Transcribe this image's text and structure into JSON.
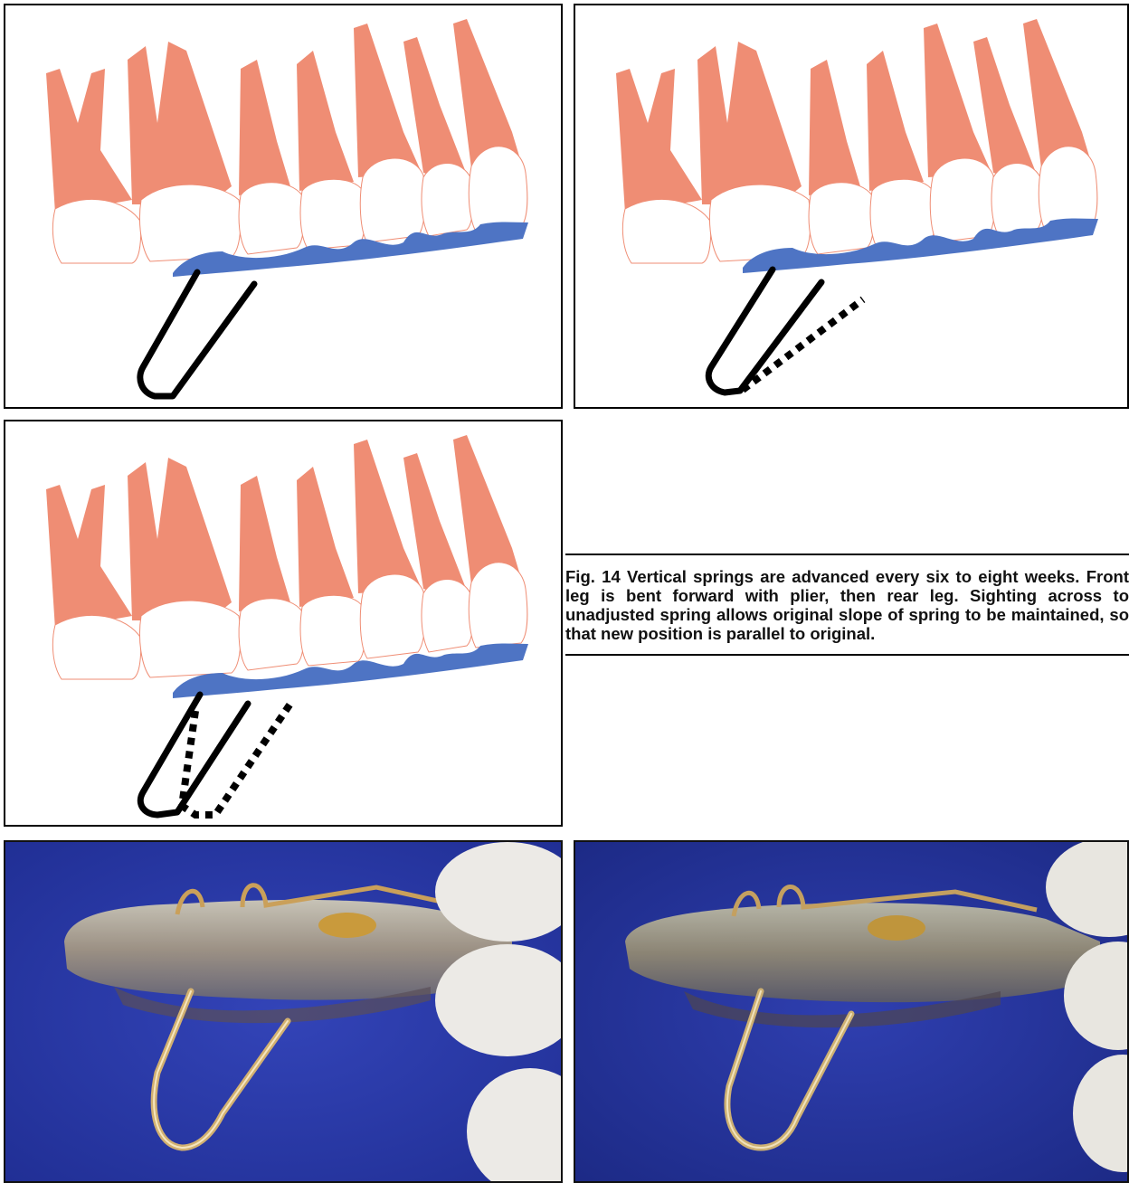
{
  "caption": {
    "label": "Fig. 14",
    "text": "Vertical springs are advanced every six to eight weeks. Front leg is bent forward with plier, then rear leg. Sighting across to unadjusted spring allows original slope of spring to be maintained, so that new position is parallel to original."
  },
  "colors": {
    "root": "#ef8d74",
    "crown": "#ffffff",
    "gum": "#4e74c4",
    "wire": "#000000",
    "photo_bg": "#2a3aa8",
    "wire_gold": "#c9a25a"
  },
  "panels": [
    {
      "name": "diagram-original-spring",
      "kind": "drawing",
      "dotted_leg": false,
      "dotted_loop": false
    },
    {
      "name": "diagram-front-leg-bent",
      "kind": "drawing",
      "dotted_leg": true,
      "dotted_loop": false
    },
    {
      "name": "diagram-rear-leg-bent",
      "kind": "drawing",
      "dotted_leg": true,
      "dotted_loop": true
    },
    {
      "name": "photo-spring-before",
      "kind": "photo",
      "icon": "appliance-photo"
    },
    {
      "name": "photo-spring-after",
      "kind": "photo",
      "icon": "appliance-photo"
    }
  ]
}
